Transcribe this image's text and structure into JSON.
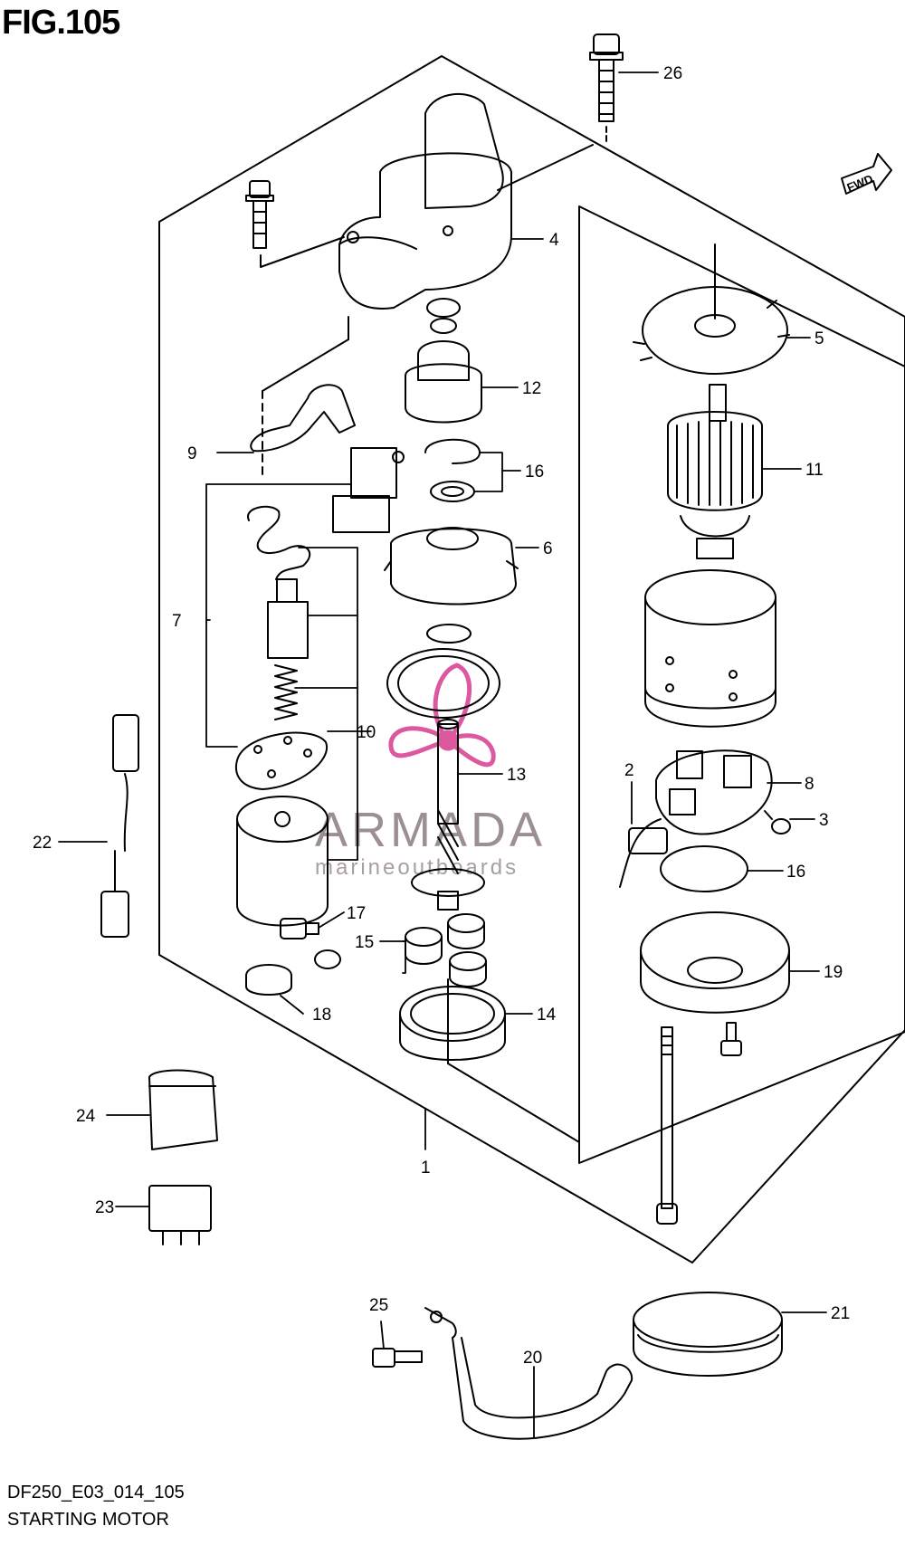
{
  "figure": {
    "title": "FIG.105",
    "code": "DF250_E03_014_105",
    "name": "STARTING MOTOR",
    "fwd_label": "FWD"
  },
  "watermark": {
    "brand": "ARMADA",
    "tagline": "marineoutboards",
    "color": "#d63b8f"
  },
  "callouts": [
    "26",
    "4",
    "5",
    "12",
    "9",
    "16",
    "11",
    "6",
    "7",
    "10",
    "13",
    "2",
    "8",
    "3",
    "22",
    "16",
    "17",
    "15",
    "19",
    "18",
    "14",
    "24",
    "23",
    "1",
    "25",
    "21",
    "20"
  ]
}
